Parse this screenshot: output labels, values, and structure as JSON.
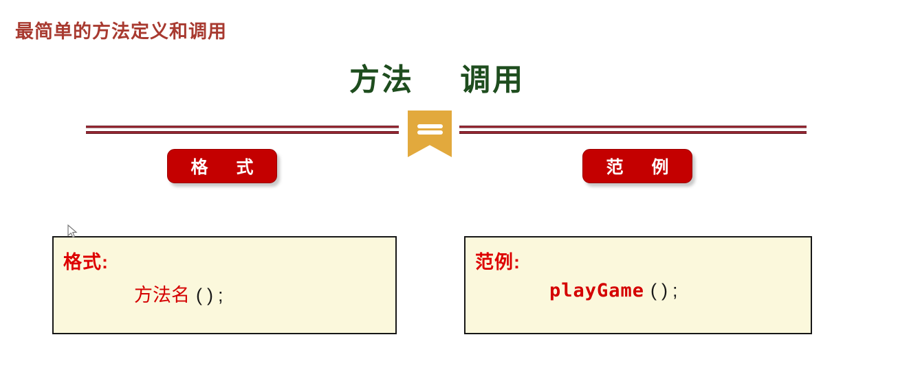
{
  "header": {
    "title": "最简单的方法定义和调用"
  },
  "title": {
    "text": "方法 调用"
  },
  "divider": {
    "bookmark_icon": "bookmark-equals-icon"
  },
  "buttons": {
    "format_label": "格 式",
    "example_label": "范 例"
  },
  "panels": {
    "format": {
      "heading": "格式:",
      "code_name": "方法名",
      "code_suffix": "();"
    },
    "example": {
      "heading": "范例:",
      "code_name": "playGame",
      "code_suffix": "();"
    }
  },
  "cursor": {
    "icon": "arrow-pointer-icon"
  },
  "colors": {
    "heading_red": "#a83a30",
    "title_green": "#1e4d1e",
    "divider_red": "#ad2e3c",
    "bookmark_gold": "#e2a93d",
    "button_red": "#c40000",
    "panel_bg": "#fbf8dc",
    "accent_red": "#dd0000",
    "code_red": "#d40000",
    "code_black": "#1a1a1a"
  }
}
